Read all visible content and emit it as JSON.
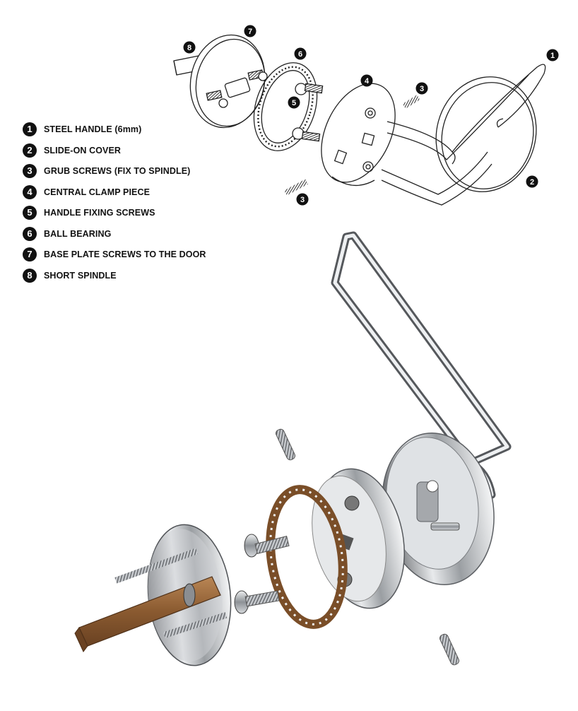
{
  "legend": [
    {
      "number": "1",
      "label": "STEEL HANDLE (6mm)"
    },
    {
      "number": "2",
      "label": "SLIDE-ON COVER"
    },
    {
      "number": "3",
      "label": "GRUB SCREWS (FIX TO SPINDLE)"
    },
    {
      "number": "4",
      "label": "CENTRAL CLAMP PIECE"
    },
    {
      "number": "5",
      "label": "HANDLE FIXING SCREWS"
    },
    {
      "number": "6",
      "label": "BALL BEARING"
    },
    {
      "number": "7",
      "label": "BASE PLATE SCREWS TO THE DOOR"
    },
    {
      "number": "8",
      "label": "SHORT SPINDLE"
    }
  ],
  "callouts": [
    "8",
    "7",
    "6",
    "5",
    "4",
    "3",
    "3",
    "1",
    "2"
  ],
  "colors": {
    "badge": "#111111",
    "line_art": "#222222",
    "steel": "#b9bcc0",
    "steel_dark": "#6d7074",
    "bronze": "#9c6a3c",
    "spindle": "#8a5a30"
  }
}
